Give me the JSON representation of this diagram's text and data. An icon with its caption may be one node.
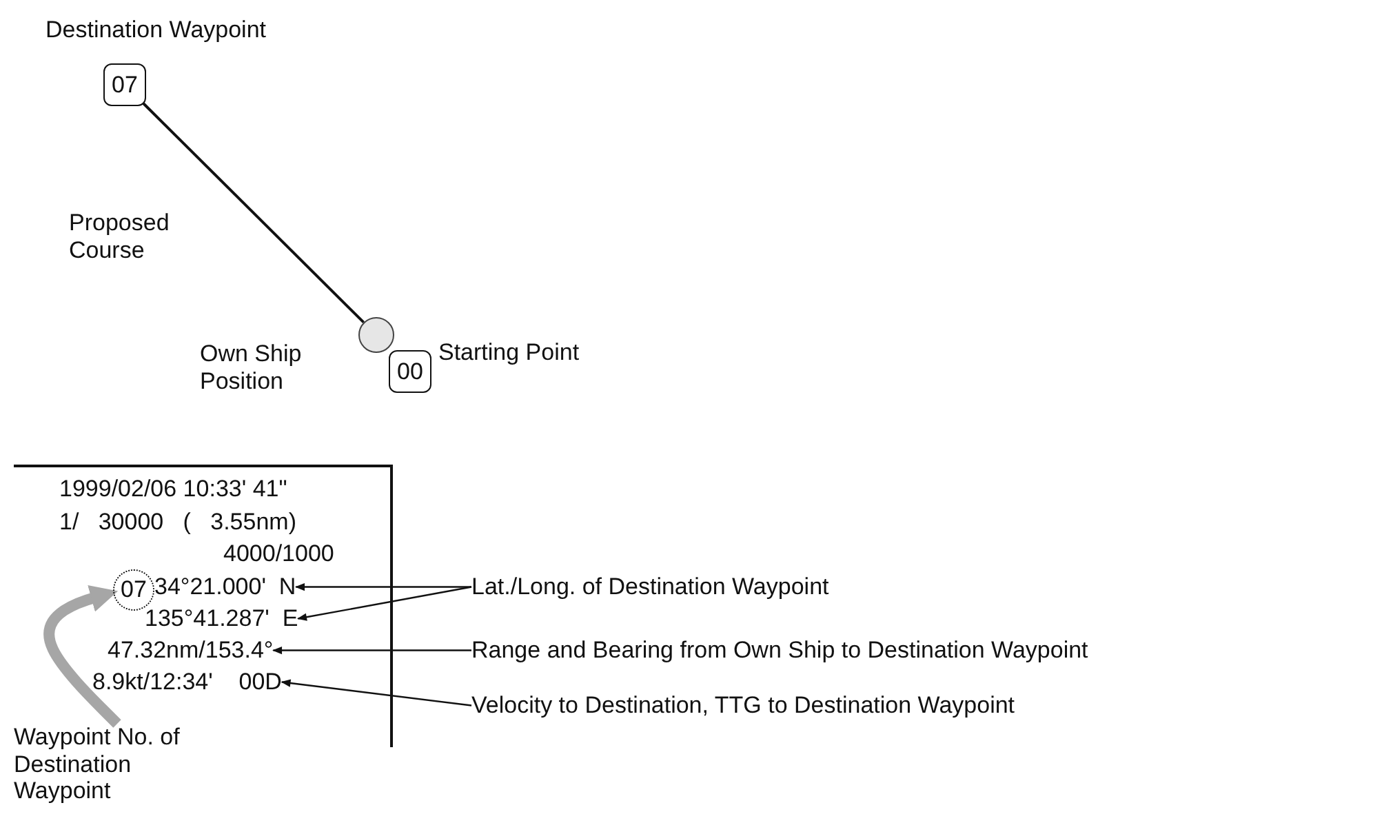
{
  "diagram": {
    "nodes": [
      {
        "text": [
          "07"
        ],
        "beside": [
          "Destination Waypoint"
        ]
      },
      {
        "text": [],
        "shape": "circle",
        "beside": [
          "Own Ship Position"
        ]
      },
      {
        "text": [
          "00"
        ],
        "beside": [
          "Starting Point"
        ]
      },
      {
        "text": [],
        "shape": "box"
      },
      {
        "text": [
          "1999/02/06 10:33' 41\""
        ],
        "in": 3
      },
      {
        "text": [
          "1/   30000   (   3.55nm)"
        ],
        "in": 3
      },
      {
        "text": [
          "4000/1000"
        ],
        "in": 3
      },
      {
        "text": [
          "07"
        ],
        "in": 3
      },
      {
        "text": [
          "34°21.000'  N"
        ],
        "in": 3
      },
      {
        "text": [
          "135°41.287'  E"
        ],
        "in": 3
      },
      {
        "text": [
          "47.32nm/153.4°"
        ],
        "in": 3
      },
      {
        "text": [
          "8.9kt/12:34'    00D"
        ],
        "in": 3
      },
      {
        "text": [
          "Lat./Long. of Destination Waypoint"
        ]
      },
      {
        "text": [
          "Range and Bearing from Own Ship to Destination Waypoint"
        ]
      },
      {
        "text": [
          "Velocity to Destination, TTG to Destination Waypoint"
        ]
      },
      {
        "text": [
          "Waypoint No. of Destination Waypoint"
        ]
      }
    ],
    "edges": [
      {
        "from": 0,
        "to": 1,
        "arrow": "none"
      },
      {
        "from": 12,
        "to": 8,
        "arrow": "to"
      },
      {
        "from": 12,
        "to": 9,
        "arrow": "to"
      },
      {
        "from": 13,
        "to": 10,
        "arrow": "to"
      },
      {
        "from": 14,
        "to": 11,
        "arrow": "to"
      },
      {
        "from": 15,
        "to": 7,
        "arrow": "to",
        "style": "thick",
        "color": "#a6a6a6"
      }
    ],
    "labels": [
      "Proposed Course"
    ]
  }
}
